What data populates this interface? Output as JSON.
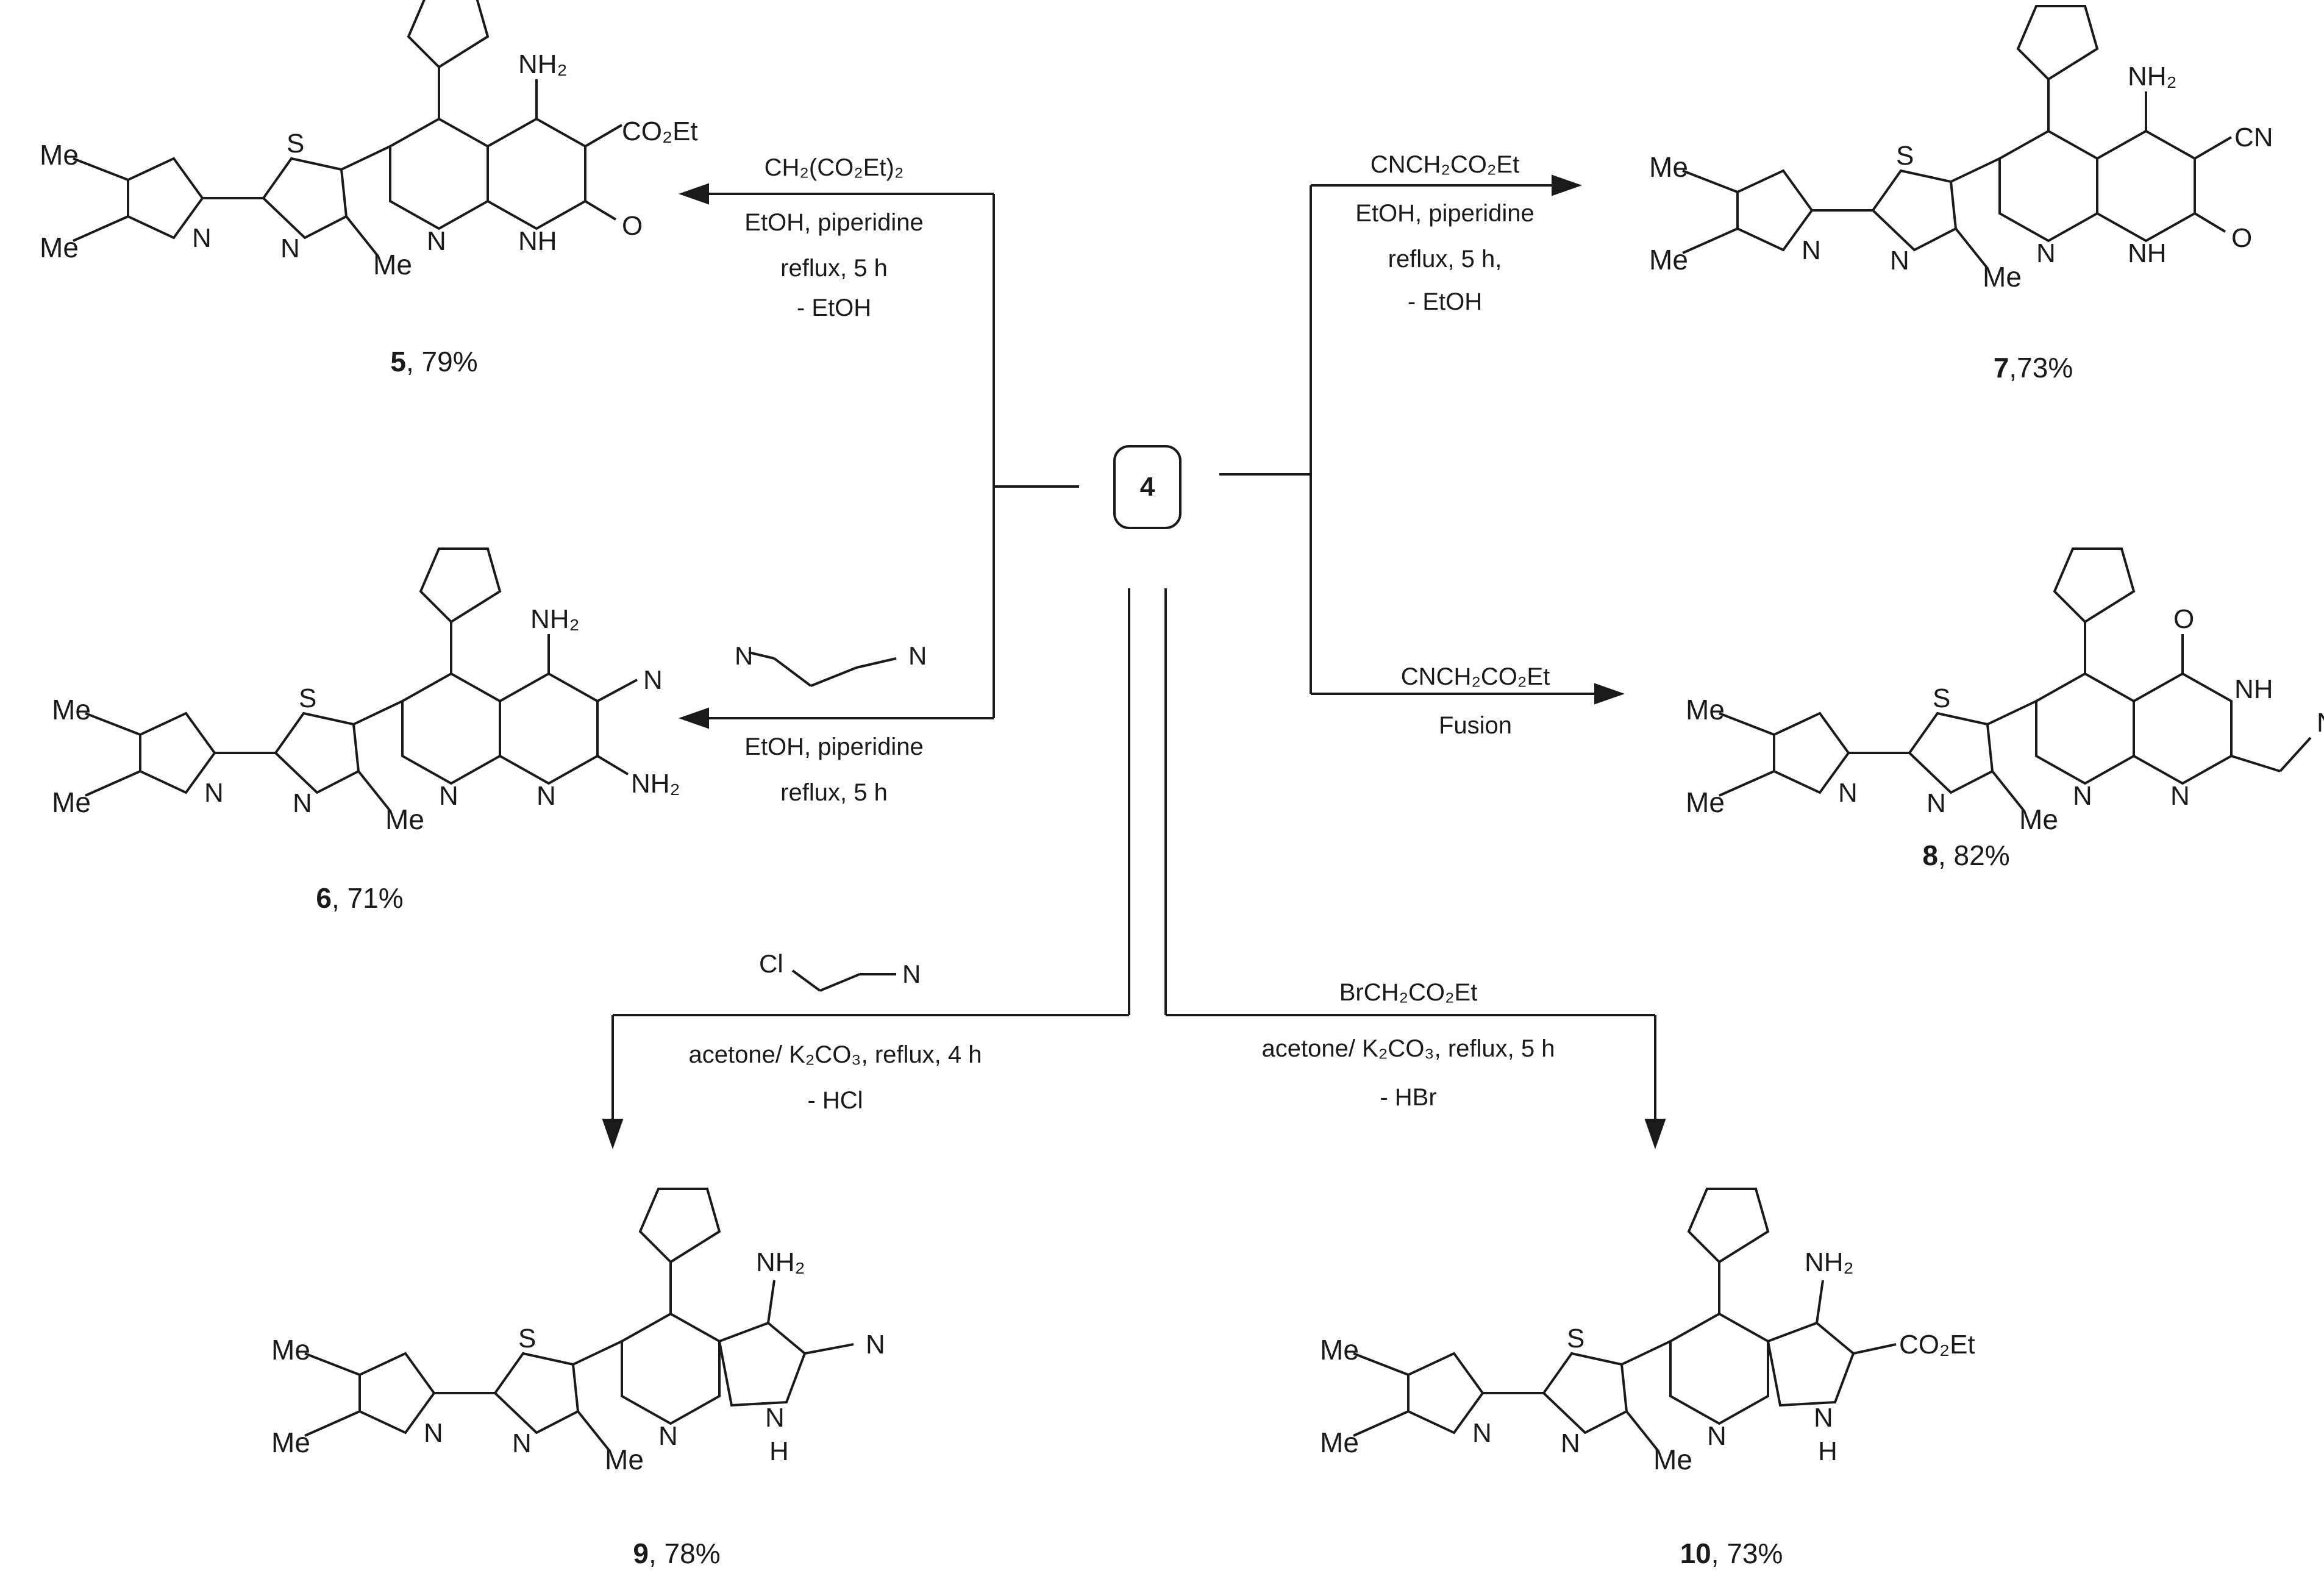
{
  "hub": {
    "label": "4"
  },
  "reagents": {
    "r5": [
      "CH₂(CO₂Et)₂",
      "EtOH, piperidine",
      "reflux, 5 h",
      "- EtOH"
    ],
    "r6": [
      "EtOH, piperidine",
      "reflux, 5 h"
    ],
    "r7": [
      "CNCH₂CO₂Et",
      "EtOH, piperidine",
      "reflux, 5 h,",
      "- EtOH"
    ],
    "r8": [
      "CNCH₂CO₂Et",
      "Fusion"
    ],
    "r9": [
      "acetone/ K₂CO₃, reflux, 4 h",
      "- HCl"
    ],
    "r10": [
      "BrCH₂CO₂Et",
      "acetone/ K₂CO₃, reflux, 5 h",
      "- HBr"
    ]
  },
  "products": {
    "p5": {
      "number": "5",
      "yield": ", 79%"
    },
    "p6": {
      "number": "6",
      "yield": ", 71%"
    },
    "p7": {
      "number": "7",
      "yield": ",73%"
    },
    "p8": {
      "number": "8",
      "yield": ", 82%"
    },
    "p9": {
      "number": "9",
      "yield": ", 78%"
    },
    "p10": {
      "number": "10",
      "yield": ", 73%"
    }
  },
  "atoms": {
    "me": "Me",
    "n": "N",
    "s": "S",
    "o": "O",
    "h": "H",
    "nh": "NH",
    "nh2": "NH₂",
    "co2et": "CO₂Et",
    "cn": "CN",
    "cl": "Cl"
  }
}
